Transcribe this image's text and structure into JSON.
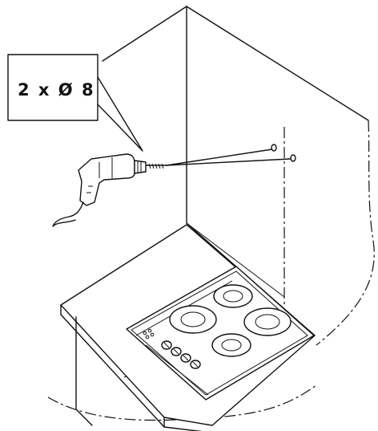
{
  "callout": {
    "label": "2 x Ø 8"
  },
  "illustration": {
    "subject": "drill-wall-above-hob",
    "burner_count": 4,
    "knob_count": 4,
    "hole_count": 2
  }
}
